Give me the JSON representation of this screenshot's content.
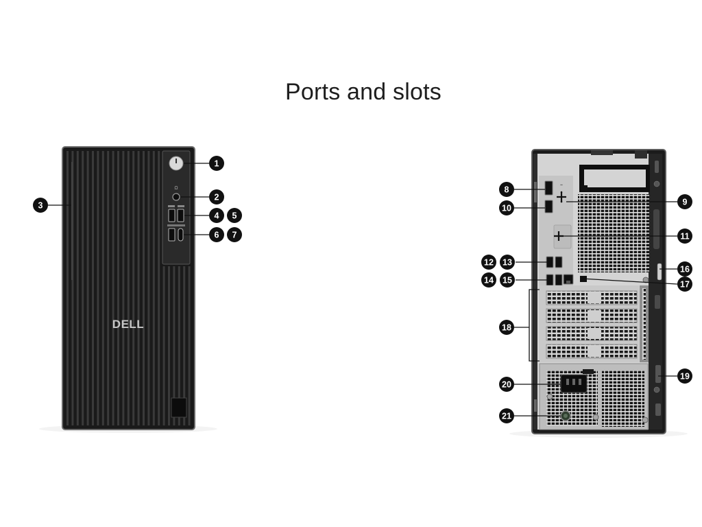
{
  "page": {
    "title": "Ports and slots"
  },
  "front": {
    "brand": "DELL",
    "callouts": [
      "1",
      "2",
      "3",
      "4",
      "5",
      "6",
      "7"
    ]
  },
  "rear": {
    "callouts": [
      "8",
      "9",
      "10",
      "11",
      "12",
      "13",
      "14",
      "15",
      "16",
      "17",
      "18",
      "19",
      "20",
      "21"
    ]
  },
  "colors": {
    "chassis": "#181818",
    "chassis_edge": "#6e6e6e",
    "metal": "#d2d2d2",
    "callout": "#111111"
  }
}
